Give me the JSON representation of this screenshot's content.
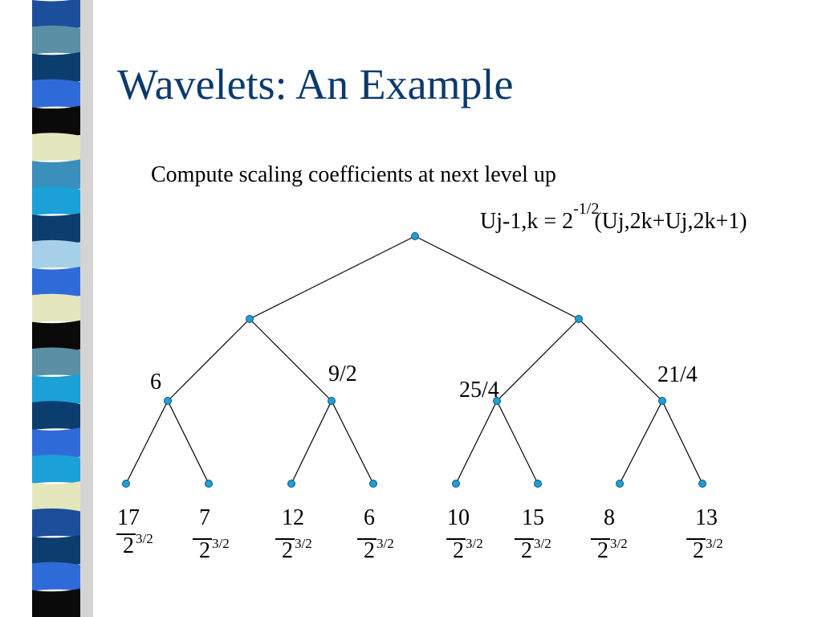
{
  "title": "Wavelets: An Example",
  "subtitle": "Compute scaling coefficients at next level up",
  "formula": {
    "base": "Uj-1,k = 2",
    "exponent": "-1/2",
    "tail": "(Uj,2k+Uj,2k+1)"
  },
  "colors": {
    "title": "#0b3a6e",
    "node_fill": "#1ba0d8",
    "node_stroke": "#1f4e79",
    "edge": "#000000",
    "stripe": [
      "#1b4f9c",
      "#5b8fa6",
      "#0b3d6e",
      "#2f6bd8",
      "#0a0a0a",
      "#e4e6bd",
      "#3a8fbd",
      "#1ba0d8",
      "#0b3d6e",
      "#a6cfe8",
      "#2f6bd8",
      "#e4e6bd",
      "#0a0a0a",
      "#5b8fa6",
      "#1ba0d8",
      "#0b3d6e",
      "#2f6bd8",
      "#1ba0d8",
      "#e4e6bd",
      "#1b4f9c",
      "#0b3d6e",
      "#2f6bd8",
      "#0a0a0a"
    ]
  },
  "level1_labels": [
    "6",
    "9/2",
    "25/4",
    "21/4"
  ],
  "leaves": [
    {
      "value": "17",
      "denominator": "2",
      "exponent": "3/2"
    },
    {
      "value": "7",
      "denominator": "2",
      "exponent": "3/2"
    },
    {
      "value": "12",
      "denominator": "2",
      "exponent": "3/2"
    },
    {
      "value": "6",
      "denominator": "2",
      "exponent": "3/2"
    },
    {
      "value": "10",
      "denominator": "2",
      "exponent": "3/2"
    },
    {
      "value": "15",
      "denominator": "2",
      "exponent": "3/2"
    },
    {
      "value": "8",
      "denominator": "2",
      "exponent": "3/2"
    },
    {
      "value": "13",
      "denominator": "2",
      "exponent": "3/2"
    }
  ]
}
